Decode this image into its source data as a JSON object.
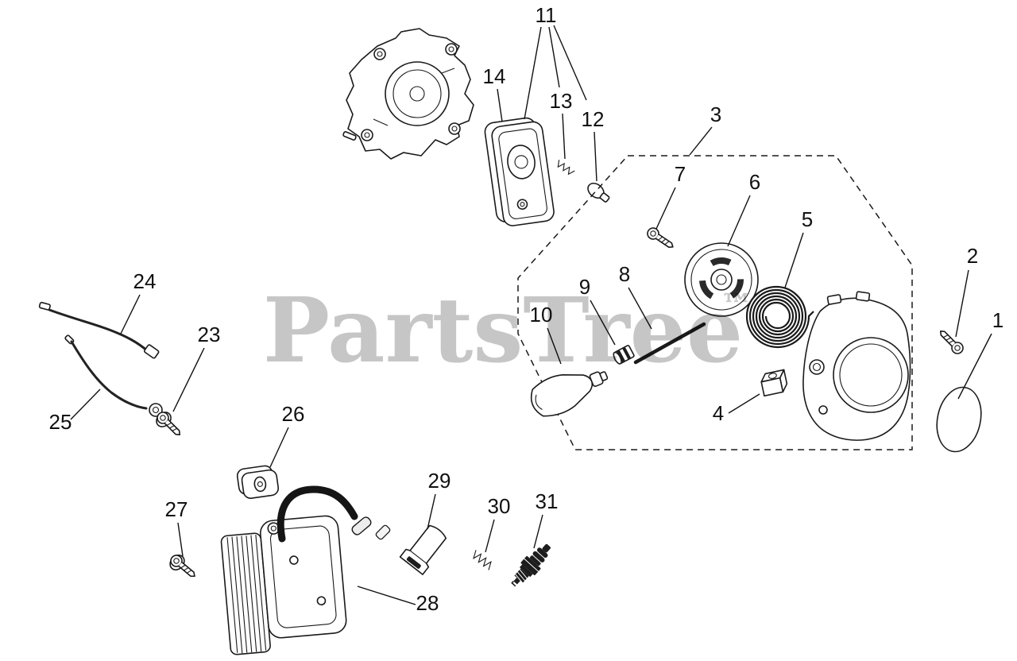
{
  "watermark": {
    "text": "PartsTree",
    "trademark": "™",
    "color": "#c6c6c6"
  },
  "diagram": {
    "background": "#ffffff",
    "line_color": "#1a1a1a"
  },
  "callouts": [
    {
      "number": "1"
    },
    {
      "number": "2"
    },
    {
      "number": "3"
    },
    {
      "number": "4"
    },
    {
      "number": "5"
    },
    {
      "number": "6"
    },
    {
      "number": "7"
    },
    {
      "number": "8"
    },
    {
      "number": "9"
    },
    {
      "number": "10"
    },
    {
      "number": "11"
    },
    {
      "number": "12"
    },
    {
      "number": "13"
    },
    {
      "number": "14"
    },
    {
      "number": "23"
    },
    {
      "number": "24"
    },
    {
      "number": "25"
    },
    {
      "number": "26"
    },
    {
      "number": "27"
    },
    {
      "number": "28"
    },
    {
      "number": "29"
    },
    {
      "number": "30"
    },
    {
      "number": "31"
    }
  ]
}
